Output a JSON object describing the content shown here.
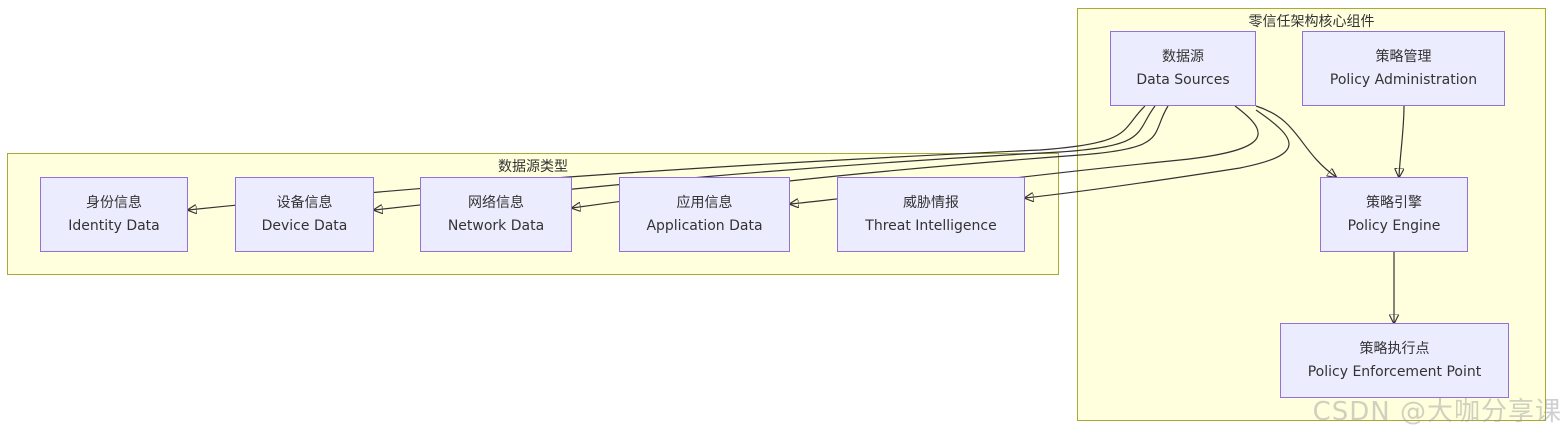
{
  "clusters": {
    "zero_trust": {
      "title": "零信任架构核心组件"
    },
    "data_source_types": {
      "title": "数据源类型"
    }
  },
  "nodes": {
    "data_sources": {
      "zh": "数据源",
      "en": "Data Sources"
    },
    "policy_admin": {
      "zh": "策略管理",
      "en": "Policy Administration"
    },
    "policy_engine": {
      "zh": "策略引擎",
      "en": "Policy Engine"
    },
    "policy_enforcement": {
      "zh": "策略执行点",
      "en": "Policy Enforcement Point"
    },
    "identity": {
      "zh": "身份信息",
      "en": "Identity Data"
    },
    "device": {
      "zh": "设备信息",
      "en": "Device Data"
    },
    "network": {
      "zh": "网络信息",
      "en": "Network Data"
    },
    "application": {
      "zh": "应用信息",
      "en": "Application Data"
    },
    "threat": {
      "zh": "威胁情报",
      "en": "Threat Intelligence"
    }
  },
  "edges": [
    {
      "from": "data_sources",
      "to": "policy_engine"
    },
    {
      "from": "policy_admin",
      "to": "policy_engine"
    },
    {
      "from": "policy_engine",
      "to": "policy_enforcement"
    },
    {
      "from": "data_sources",
      "to": "identity"
    },
    {
      "from": "data_sources",
      "to": "device"
    },
    {
      "from": "data_sources",
      "to": "network"
    },
    {
      "from": "data_sources",
      "to": "application"
    },
    {
      "from": "data_sources",
      "to": "threat"
    }
  ],
  "watermark": "CSDN @大咖分享课",
  "colors": {
    "node_fill": "#ececff",
    "node_border": "#9370db",
    "cluster_fill": "#ffffde",
    "cluster_border": "#aaaa33",
    "edge": "#333333"
  }
}
